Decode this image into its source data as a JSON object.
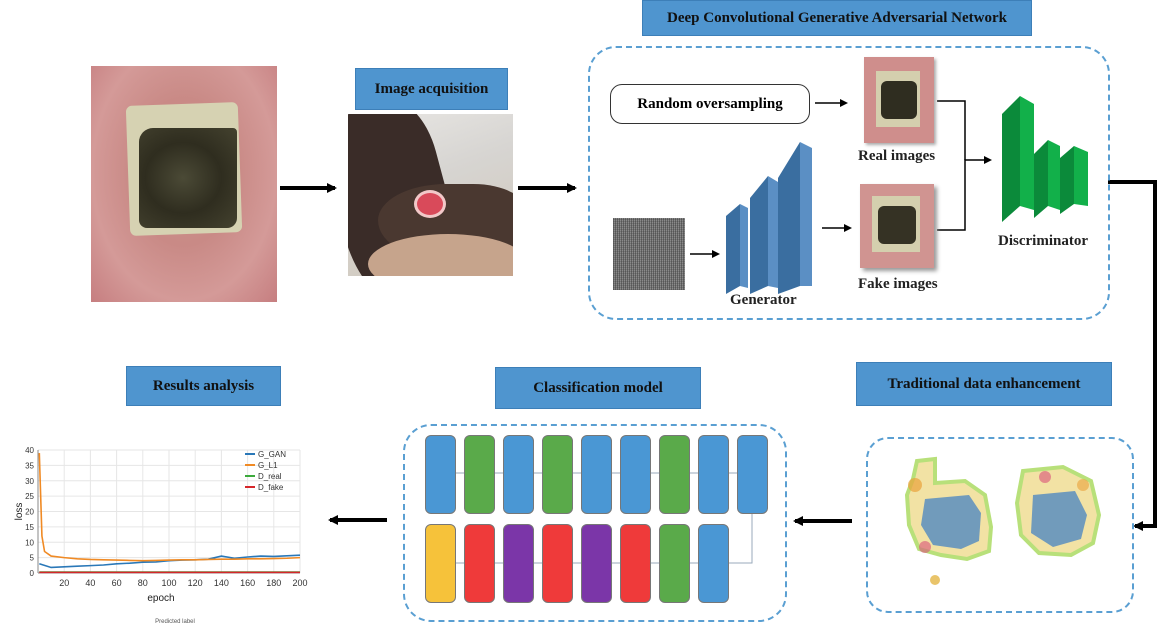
{
  "titles": {
    "dcgan": "Deep Convolutional Generative Adversarial Network",
    "image_acquisition": "Image acquisition",
    "classification_model": "Classification model",
    "results_analysis": "Results analysis",
    "traditional_enhancement": "Traditional data enhancement"
  },
  "dcgan": {
    "random_oversampling": "Random oversampling",
    "real_images": "Real images",
    "fake_images": "Fake images",
    "generator": "Generator",
    "discriminator": "Discriminator"
  },
  "classification": {
    "top_row_colors": [
      "#4a97d4",
      "#5aaa4a",
      "#4a97d4",
      "#5aaa4a",
      "#4a97d4",
      "#4a97d4",
      "#5aaa4a",
      "#4a97d4"
    ],
    "bottom_row_colors": [
      "#f6c23a",
      "#ef3a3a",
      "#7b36a8",
      "#ef3a3a",
      "#7b36a8",
      "#ef3a3a",
      "#5aaa4a",
      "#4a97d4"
    ]
  },
  "chart_data": {
    "type": "line",
    "xlabel": "epoch",
    "ylabel": "loss",
    "xlim": [
      0,
      200
    ],
    "ylim": [
      0,
      40
    ],
    "xticks": [
      20,
      40,
      60,
      80,
      100,
      120,
      140,
      160,
      180,
      200
    ],
    "yticks": [
      0,
      5,
      10,
      15,
      20,
      25,
      30,
      35,
      40
    ],
    "grid": true,
    "legend_position": "top-right",
    "series": [
      {
        "name": "G_GAN",
        "color": "#2a78b8",
        "x": [
          1,
          10,
          20,
          30,
          40,
          50,
          60,
          70,
          80,
          90,
          100,
          110,
          120,
          130,
          140,
          150,
          160,
          170,
          180,
          190,
          200
        ],
        "values": [
          3.0,
          1.8,
          2.0,
          2.2,
          2.4,
          2.6,
          3.0,
          3.2,
          3.5,
          3.6,
          4.0,
          4.2,
          4.3,
          4.5,
          5.5,
          4.8,
          5.2,
          5.5,
          5.4,
          5.6,
          5.8
        ]
      },
      {
        "name": "G_L1",
        "color": "#f08a24",
        "x": [
          1,
          3,
          5,
          10,
          20,
          30,
          40,
          50,
          60,
          70,
          80,
          90,
          100,
          110,
          120,
          130,
          140,
          150,
          160,
          170,
          180,
          190,
          200
        ],
        "values": [
          39,
          12,
          7,
          5.5,
          5.0,
          4.6,
          4.4,
          4.3,
          4.2,
          4.1,
          4.0,
          4.1,
          4.2,
          4.3,
          4.3,
          4.4,
          4.5,
          4.5,
          4.6,
          4.6,
          4.7,
          4.8,
          5.0
        ]
      },
      {
        "name": "D_real",
        "color": "#3caa3c",
        "x": [
          1,
          200
        ],
        "values": [
          0.3,
          0.3
        ]
      },
      {
        "name": "D_fake",
        "color": "#d6262a",
        "x": [
          1,
          200
        ],
        "values": [
          0.2,
          0.2
        ]
      }
    ],
    "footer_label": "Predicted label"
  }
}
